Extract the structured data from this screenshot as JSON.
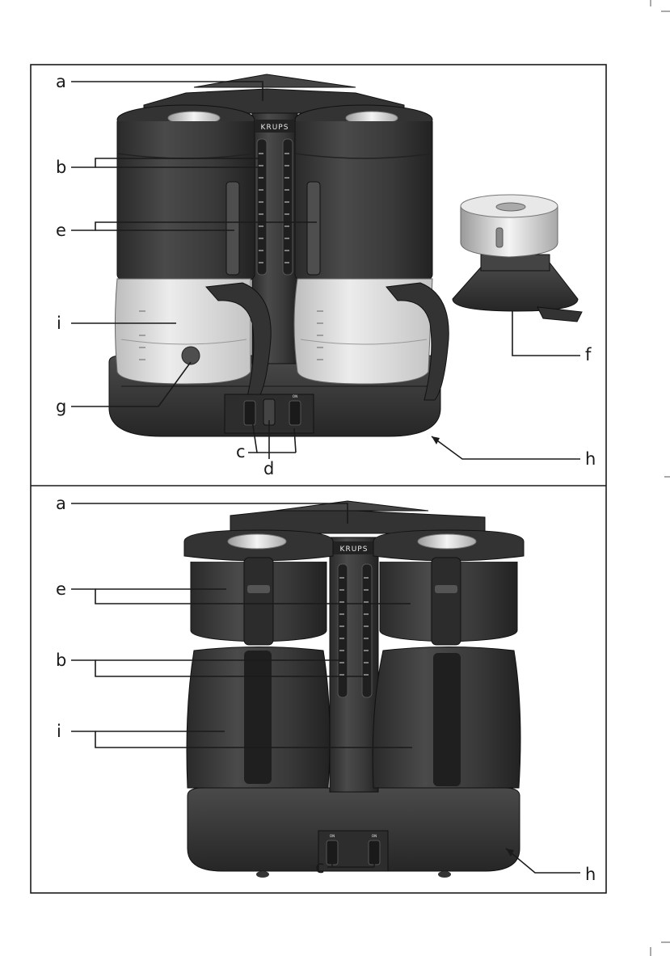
{
  "brand": "KRUPS",
  "switch_label": "ON",
  "top_panel": {
    "labels": {
      "a": "a",
      "b": "b",
      "e": "e",
      "i": "i",
      "g": "g",
      "c": "c",
      "d": "d",
      "f": "f",
      "h": "h"
    }
  },
  "bottom_panel": {
    "labels": {
      "a": "a",
      "e": "e",
      "b": "b",
      "i": "i",
      "c": "c",
      "h": "h"
    }
  },
  "colors": {
    "body": "#3c3c3c",
    "body_dark": "#262626",
    "body_light": "#5a5a5a",
    "glass": "#d6d6d6",
    "lid_metal": "#cfcfcf",
    "frame": "#1a1a1a"
  }
}
